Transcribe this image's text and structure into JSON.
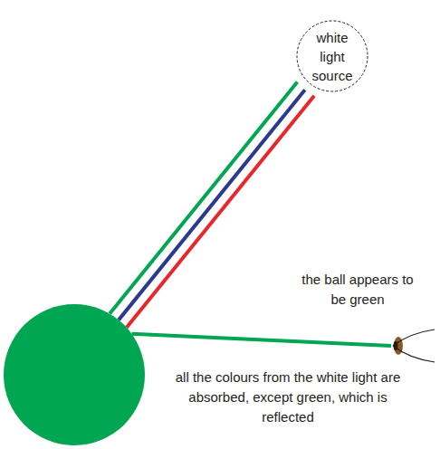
{
  "diagram": {
    "nodes": [
      {
        "text": [
          "white light source"
        ]
      },
      {
        "text": [
          "all the colours from the white light are absorbed, except green, which is reflected"
        ]
      },
      {
        "text": [
          "the ball appears to be green"
        ]
      }
    ],
    "edges": [
      {
        "from": 0,
        "to": 1,
        "arrow": "none"
      },
      {
        "from": 0,
        "to": 1,
        "arrow": "none"
      },
      {
        "from": 0,
        "to": 1,
        "arrow": "none"
      },
      {
        "from": 1,
        "to": 2,
        "arrow": "none"
      }
    ]
  }
}
